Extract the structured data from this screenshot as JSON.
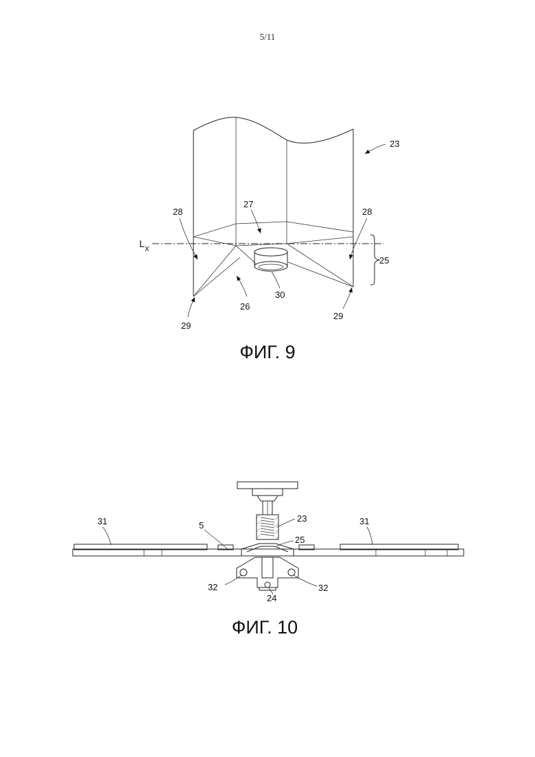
{
  "page_number": "5/11",
  "fig9": {
    "caption": "ФИГ. 9",
    "labels": {
      "l23": "23",
      "l27": "27",
      "l28a": "28",
      "l28b": "28",
      "lx_main": "L",
      "lx_sub": "X",
      "l25": "25",
      "l26": "26",
      "l30": "30",
      "l29a": "29",
      "l29b": "29"
    }
  },
  "fig10": {
    "caption": "ФИГ. 10",
    "labels": {
      "l31a": "31",
      "l31b": "31",
      "l5": "5",
      "l23": "23",
      "l25": "25",
      "l32a": "32",
      "l32b": "32",
      "l24": "24"
    }
  }
}
